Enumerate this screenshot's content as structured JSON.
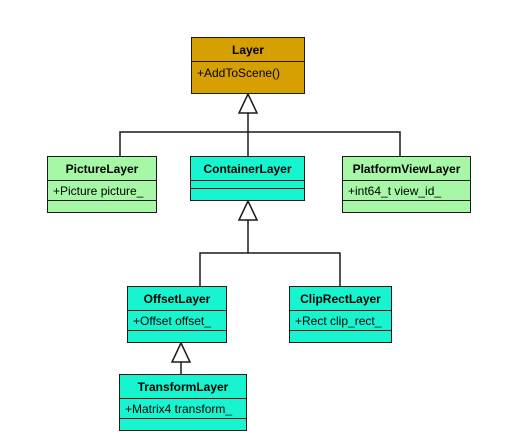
{
  "colors": {
    "base_fill": "#d6a002",
    "leaf_fill": "#a6f7a6",
    "container_fill": "#17f5d0",
    "border": "#1a1a1a"
  },
  "classes": {
    "layer": {
      "name": "Layer",
      "operation": "+AddToScene()"
    },
    "picture_layer": {
      "name": "PictureLayer",
      "attribute": "+Picture picture_"
    },
    "container_layer": {
      "name": "ContainerLayer"
    },
    "platform_view_layer": {
      "name": "PlatformViewLayer",
      "attribute": "+int64_t view_id_"
    },
    "offset_layer": {
      "name": "OffsetLayer",
      "attribute": "+Offset offset_"
    },
    "clip_rect_layer": {
      "name": "ClipRectLayer",
      "attribute": "+Rect clip_rect_"
    },
    "transform_layer": {
      "name": "TransformLayer",
      "attribute": "+Matrix4 transform_"
    }
  }
}
